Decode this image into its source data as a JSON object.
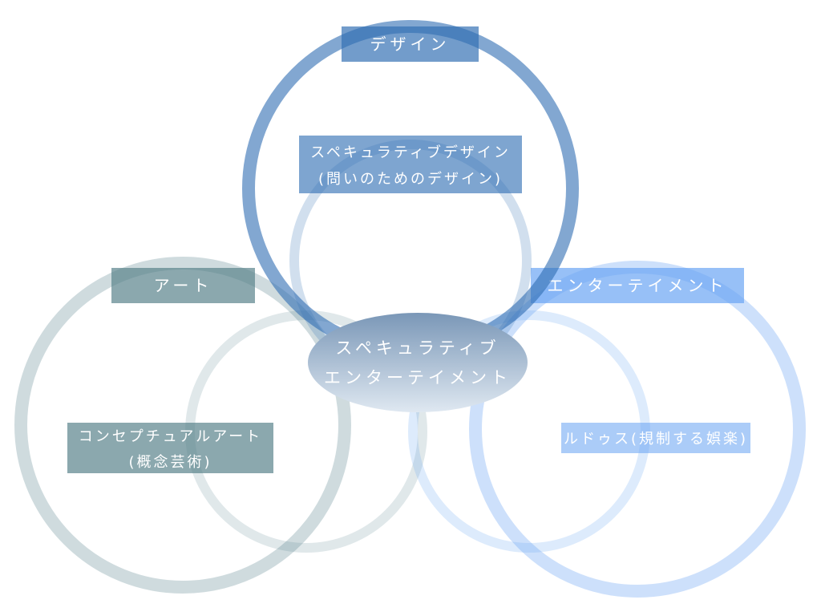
{
  "colors": {
    "design": "#2f6db3",
    "art": "#547f88",
    "entertainment": "#66a2f3",
    "center_top": "#7a97b7",
    "center_bottom": "#dfe8f1"
  },
  "center": {
    "line1": "スペキュラティブ",
    "line2": "エンターテイメント"
  },
  "design": {
    "label": "デザイン",
    "sub_line1": "スペキュラティブデザイン",
    "sub_line2": "(問いのためのデザイン)"
  },
  "art": {
    "label": "アート",
    "sub_line1": "コンセプチュアルアート",
    "sub_line2": "(概念芸術)"
  },
  "entertainment": {
    "label": "エンターテイメント",
    "sub_line1": "ルドゥス(規制する娯楽)"
  }
}
